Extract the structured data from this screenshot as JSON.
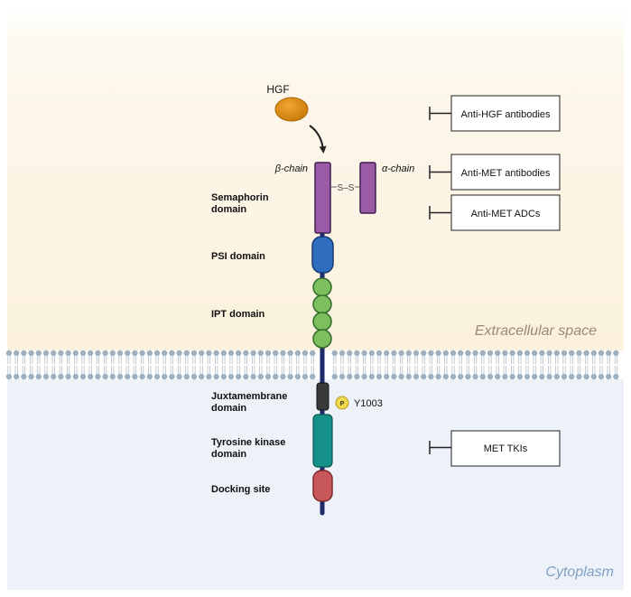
{
  "ligand": {
    "label": "HGF",
    "color": "#D98A0C"
  },
  "chains": {
    "beta": "β-chain",
    "alpha": "α-chain",
    "disulfide": "S–S"
  },
  "domains": [
    {
      "label": [
        "Semaphorin",
        "domain"
      ],
      "color": "#9B5AA6"
    },
    {
      "label": [
        "PSI domain"
      ],
      "color": "#2F6DBF"
    },
    {
      "label": [
        "IPT domain"
      ],
      "color": "#7DBE5E"
    },
    {
      "label": [
        "Juxtamembrane",
        "domain"
      ],
      "color": "#3A3A3A"
    },
    {
      "label": [
        "Tyrosine kinase",
        "domain"
      ],
      "color": "#16918A"
    },
    {
      "label": [
        "Docking site"
      ],
      "color": "#C8575A"
    }
  ],
  "phospho": {
    "symbol": "P",
    "site": "Y1003",
    "color": "#F2D84A"
  },
  "inhibitors": [
    {
      "label": "Anti-HGF antibodies"
    },
    {
      "label": "Anti-MET antibodies"
    },
    {
      "label": "Anti-MET ADCs"
    },
    {
      "label": "MET TKIs"
    }
  ],
  "regions": {
    "extracellular": "Extracellular space",
    "cytoplasm": "Cytoplasm"
  },
  "colors": {
    "extracellular_bg": "#FBF3E2",
    "cytoplasm_bg": "#EDF1F8",
    "membrane_head": "#9FB0C0",
    "backbone": "#1F2A6B"
  }
}
